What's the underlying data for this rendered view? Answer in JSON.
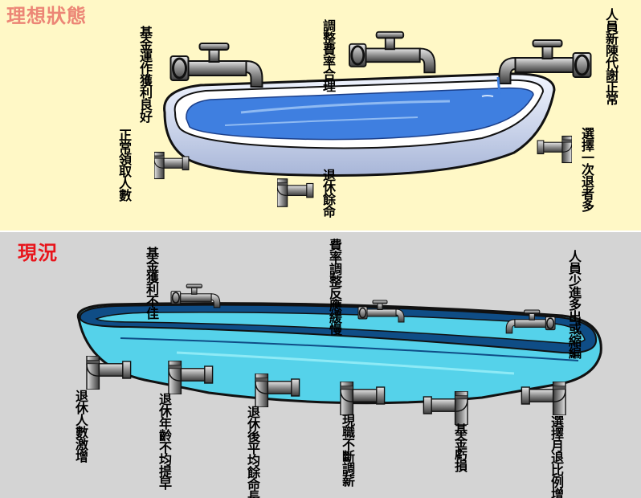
{
  "top_panel": {
    "title": "理想狀態",
    "labels": {
      "fund_return": "基金運作獲利良好",
      "contribution_rate": "調整費率合理",
      "staff_renewal": "人員新陳代謝正常",
      "normal_receipt": "正常領取人數",
      "retirement_remaining": "退休餘命",
      "lump_sum": "選擇一次退者多"
    }
  },
  "bottom_panel": {
    "title": "現況",
    "labels": {
      "fund_poor": "基金獲利不佳",
      "rate_slow": "費率調整反應緩慢",
      "staff_few": "人員少進多出或縮編",
      "retiree_increase": "退休人數激增",
      "age_earlier": "退休年齡不均提早",
      "life_longer": "退休後平均餘命長",
      "job_changes": "現職不斷調薪",
      "fund_loss": "基金虧損",
      "monthly_increase": "選擇月退比例增加"
    }
  },
  "colors": {
    "top_bg": "#fff8c6",
    "bottom_bg": "#d4d4d4",
    "top_water": "#3f7fe0",
    "bottom_water": "#55d2ea",
    "title_top": "#ec8676",
    "title_bottom": "#e8141b"
  },
  "icons": {
    "faucet": "faucet-icon",
    "drain_pipe": "drain-pipe-icon",
    "bathtub": "bathtub-icon"
  }
}
